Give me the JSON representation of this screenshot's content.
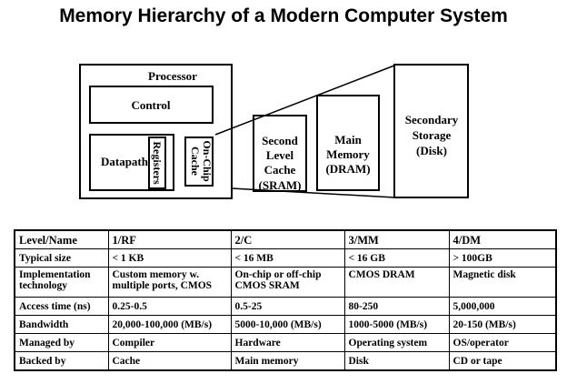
{
  "title": "Memory Hierarchy of a Modern Computer System",
  "diagram": {
    "processor": "Processor",
    "control": "Control",
    "datapath": "Datapath",
    "registers": "Registers",
    "onchip_cache": [
      "On-Chip",
      "Cache"
    ],
    "second_level_cache": [
      "Second",
      "Level",
      "Cache",
      "(SRAM)"
    ],
    "main_memory": [
      "Main",
      "Memory",
      "(DRAM)"
    ],
    "secondary_storage": [
      "Secondary",
      "Storage",
      "(Disk)"
    ]
  },
  "table": {
    "header": [
      "Level/Name",
      "1/RF",
      "2/C",
      "3/MM",
      "4/DM"
    ],
    "rows": [
      {
        "label": "Typical size",
        "cells": [
          "< 1 KB",
          "< 16 MB",
          "< 16 GB",
          "> 100GB"
        ]
      },
      {
        "label": "Implementation technology",
        "cells": [
          "Custom memory w. multiple ports, CMOS",
          "On-chip or off-chip CMOS SRAM",
          "CMOS DRAM",
          "Magnetic disk"
        ]
      },
      {
        "label": "Access time (ns)",
        "cells": [
          "0.25-0.5",
          "0.5-25",
          "80-250",
          "5,000,000"
        ]
      },
      {
        "label": "Bandwidth",
        "cells": [
          "20,000-100,000 (MB/s)",
          "5000-10,000 (MB/s)",
          "1000-5000 (MB/s)",
          "20-150 (MB/s)"
        ]
      },
      {
        "label": "Managed by",
        "cells": [
          "Compiler",
          "Hardware",
          "Operating system",
          "OS/operator"
        ]
      },
      {
        "label": "Backed by",
        "cells": [
          "Cache",
          "Main memory",
          "Disk",
          "CD or tape"
        ]
      }
    ]
  }
}
